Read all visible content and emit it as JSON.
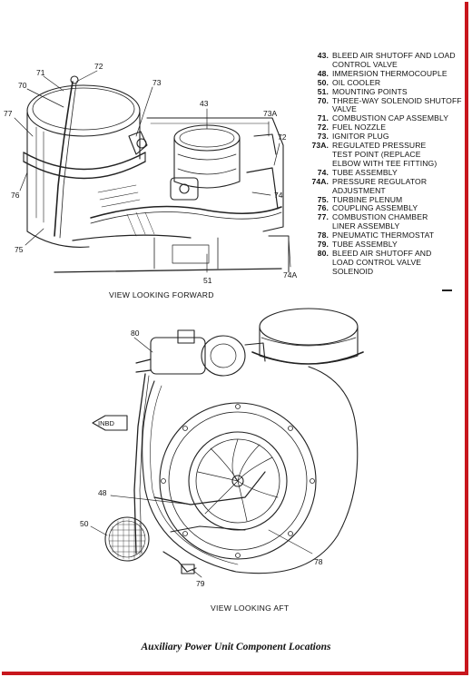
{
  "legend": [
    {
      "num": "43.",
      "lines": [
        "BLEED AIR SHUTOFF AND LOAD",
        "CONTROL VALVE"
      ]
    },
    {
      "num": "48.",
      "lines": [
        "IMMERSION THERMOCOUPLE"
      ]
    },
    {
      "num": "50.",
      "lines": [
        "OIL COOLER"
      ]
    },
    {
      "num": "51.",
      "lines": [
        "MOUNTING POINTS"
      ]
    },
    {
      "num": "70.",
      "lines": [
        "THREE-WAY SOLENOID SHUTOFF",
        "VALVE"
      ]
    },
    {
      "num": "71.",
      "lines": [
        "COMBUSTION CAP ASSEMBLY"
      ]
    },
    {
      "num": "72.",
      "lines": [
        "FUEL NOZZLE"
      ]
    },
    {
      "num": "73.",
      "lines": [
        "IGNITOR PLUG"
      ]
    },
    {
      "num": "73A.",
      "lines": [
        "REGULATED PRESSURE",
        "TEST POINT (REPLACE",
        "ELBOW WITH TEE FITTING)"
      ]
    },
    {
      "num": "74.",
      "lines": [
        "TUBE ASSEMBLY"
      ]
    },
    {
      "num": "74A.",
      "lines": [
        "PRESSURE REGULATOR",
        "ADJUSTMENT"
      ]
    },
    {
      "num": "75.",
      "lines": [
        "TURBINE PLENUM"
      ]
    },
    {
      "num": "76.",
      "lines": [
        "COUPLING ASSEMBLY"
      ]
    },
    {
      "num": "77.",
      "lines": [
        "COMBUSTION CHAMBER",
        "LINER ASSEMBLY"
      ]
    },
    {
      "num": "78.",
      "lines": [
        "PNEUMATIC THERMOSTAT"
      ]
    },
    {
      "num": "79.",
      "lines": [
        "TUBE ASSEMBLY"
      ]
    },
    {
      "num": "80.",
      "lines": [
        "BLEED AIR SHUTOFF AND",
        "LOAD CONTROL VALVE",
        "SOLENOID"
      ]
    }
  ],
  "views": {
    "forward": "VIEW LOOKING FORWARD",
    "aft": "VIEW LOOKING AFT"
  },
  "callouts_forward": {
    "c71": "71",
    "c72": "72",
    "c70": "70",
    "c73": "73",
    "c77": "77",
    "c43": "43",
    "c73a": "73A",
    "c72b": "72",
    "c76": "76",
    "c74": "74",
    "c75": "75",
    "c51": "51",
    "c74a": "74A"
  },
  "callouts_aft": {
    "c80": "80",
    "inbd": "INBD",
    "c48": "48",
    "c50": "50",
    "c78": "78",
    "c79": "79"
  },
  "caption": "Auxiliary Power Unit Component Locations"
}
